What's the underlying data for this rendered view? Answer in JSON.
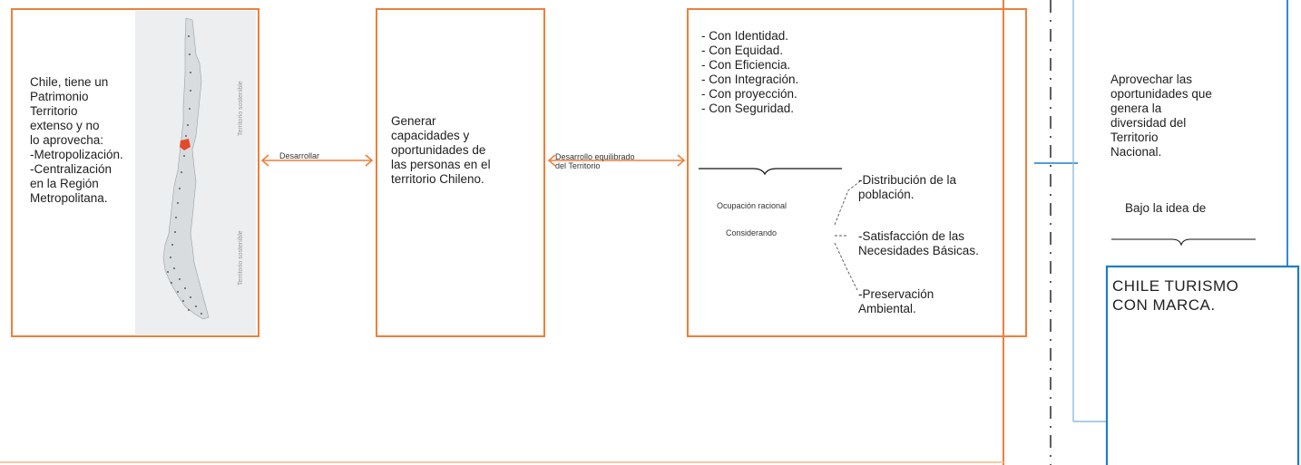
{
  "box1": {
    "text": "Chile, tiene un\nPatrimonio\nTerritorio\nextenso y no\nlo aprovecha:\n-Metropolización.\n-Centralización\nen la Región\nMetropolitana.",
    "map_label_top": "Territorio sostenible",
    "map_label_bottom": "Territorio sostenible"
  },
  "link1_label": "Desarrollar",
  "box2": {
    "text": "Generar\ncapacidades y\noportunidades de\nlas personas en el\nterritorio Chileno."
  },
  "link2_label": "Desarrollo equilibrado\ndel Territorio",
  "box3": {
    "list": "- Con Identidad.\n- Con Equidad.\n- Con Eficiencia.\n- Con Integración.\n- Con proyección.\n- Con Seguridad.",
    "center_top": "Ocupación racional",
    "center_bottom": "Considerando",
    "branch1": "-Distribución de la\npoblación.",
    "branch2": "-Satisfacción de las\nNecesidades Básicas.",
    "branch3": "-Preservación\nAmbiental."
  },
  "box4": {
    "text": "Aprovechar las\noportunidades que\ngenera la\ndiversidad del\nTerritorio\nNacional.",
    "sub": "Bajo la idea de"
  },
  "box5": {
    "text": "CHILE TURISMO\nCON MARCA."
  },
  "colors": {
    "orange": "#ef7f3a",
    "blue": "#1f7dc4",
    "light_blue": "#8fbde3",
    "map_bg": "#eceeef",
    "highlight": "#e5492c"
  }
}
